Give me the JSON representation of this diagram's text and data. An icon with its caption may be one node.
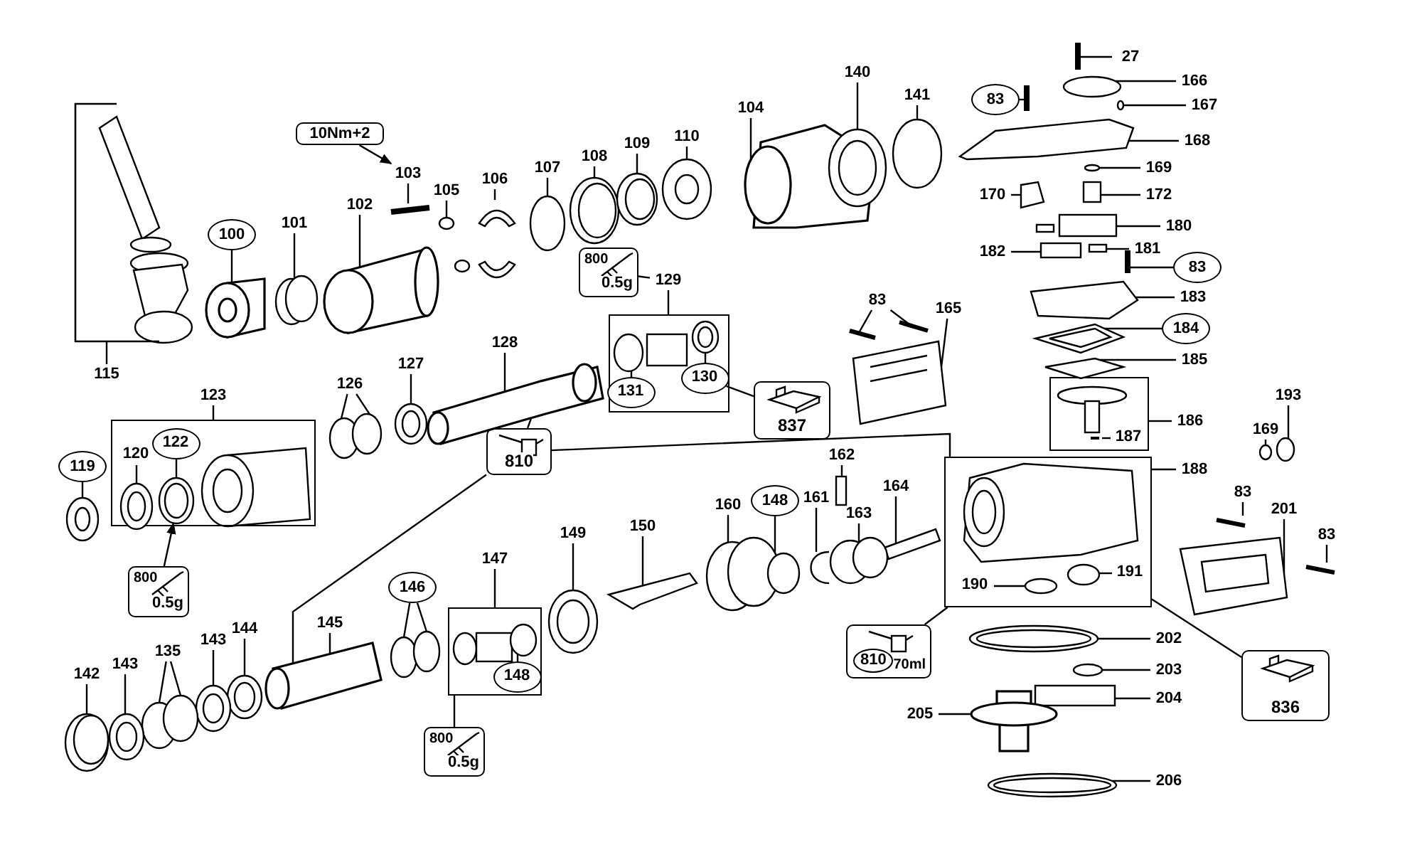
{
  "diagram": {
    "nodes": [
      {
        "text": [
          "10Nm+2"
        ]
      },
      {
        "text": [
          "103"
        ]
      },
      {
        "text": [
          "105"
        ]
      },
      {
        "text": [
          "106"
        ]
      },
      {
        "text": [
          "107"
        ]
      },
      {
        "text": [
          "108"
        ]
      },
      {
        "text": [
          "109"
        ]
      },
      {
        "text": [
          "110"
        ]
      },
      {
        "text": [
          "104"
        ]
      },
      {
        "text": [
          "140"
        ]
      },
      {
        "text": [
          "141"
        ]
      },
      {
        "text": [
          "100"
        ]
      },
      {
        "text": [
          "101"
        ]
      },
      {
        "text": [
          "102"
        ]
      },
      {
        "text": [
          "115"
        ]
      },
      {
        "text": [
          "123"
        ]
      },
      {
        "text": [],
        "shape": "box"
      },
      {
        "text": [
          "120"
        ],
        "in": 16
      },
      {
        "text": [
          "122"
        ],
        "in": 16
      },
      {
        "text": [
          "119"
        ]
      },
      {
        "text": [
          "800",
          "0.5g"
        ]
      },
      {
        "text": [
          "126"
        ]
      },
      {
        "text": [
          "127"
        ]
      },
      {
        "text": [
          "128"
        ]
      },
      {
        "text": [
          "129"
        ]
      },
      {
        "text": [],
        "shape": "box"
      },
      {
        "text": [
          "131"
        ],
        "in": 25
      },
      {
        "text": [
          "130"
        ],
        "in": 25
      },
      {
        "text": [
          "800",
          "0.5g"
        ]
      },
      {
        "text": [
          "837"
        ]
      },
      {
        "text": [
          "83"
        ]
      },
      {
        "text": [
          "165"
        ]
      },
      {
        "text": [
          "810"
        ]
      },
      {
        "text": [
          "27"
        ]
      },
      {
        "text": [
          "166"
        ]
      },
      {
        "text": [
          "83"
        ]
      },
      {
        "text": [
          "167"
        ]
      },
      {
        "text": [
          "168"
        ]
      },
      {
        "text": [
          "169"
        ]
      },
      {
        "text": [
          "170"
        ]
      },
      {
        "text": [
          "172"
        ]
      },
      {
        "text": [
          "180"
        ]
      },
      {
        "text": [
          "182"
        ]
      },
      {
        "text": [
          "181"
        ]
      },
      {
        "text": [
          "83"
        ]
      },
      {
        "text": [
          "183"
        ]
      },
      {
        "text": [
          "184"
        ]
      },
      {
        "text": [
          "185"
        ]
      },
      {
        "text": [
          "186"
        ]
      },
      {
        "text": [],
        "shape": "box"
      },
      {
        "text": [
          "187"
        ],
        "in": 49
      },
      {
        "text": [
          "193"
        ]
      },
      {
        "text": [
          "169"
        ]
      },
      {
        "text": [
          "188"
        ]
      },
      {
        "text": [],
        "shape": "box"
      },
      {
        "text": [
          "190"
        ],
        "in": 54
      },
      {
        "text": [
          "191"
        ],
        "in": 54
      },
      {
        "text": [
          "83"
        ]
      },
      {
        "text": [
          "201"
        ]
      },
      {
        "text": [
          "83"
        ]
      },
      {
        "text": [
          "836"
        ]
      },
      {
        "text": [
          "810",
          "70ml"
        ]
      },
      {
        "text": [
          "202"
        ]
      },
      {
        "text": [
          "203"
        ]
      },
      {
        "text": [
          "204"
        ]
      },
      {
        "text": [
          "205"
        ]
      },
      {
        "text": [
          "206"
        ]
      },
      {
        "text": [
          "162"
        ]
      },
      {
        "text": [
          "164"
        ]
      },
      {
        "text": [
          "160"
        ]
      },
      {
        "text": [
          "148"
        ]
      },
      {
        "text": [
          "161"
        ]
      },
      {
        "text": [
          "163"
        ]
      },
      {
        "text": [
          "150"
        ]
      },
      {
        "text": [
          "149"
        ]
      },
      {
        "text": [
          "147"
        ]
      },
      {
        "text": [],
        "shape": "box"
      },
      {
        "text": [
          "148"
        ],
        "in": 76
      },
      {
        "text": [
          "800",
          "0.5g"
        ]
      },
      {
        "text": [
          "146"
        ]
      },
      {
        "text": [
          "145"
        ]
      },
      {
        "text": [
          "144"
        ]
      },
      {
        "text": [
          "143"
        ]
      },
      {
        "text": [
          "135"
        ]
      },
      {
        "text": [
          "143"
        ]
      },
      {
        "text": [
          "142"
        ]
      },
      {
        "text": [],
        "shape": "bar"
      },
      {
        "text": [],
        "shape": "circle"
      },
      {
        "text": [],
        "shape": "box"
      },
      {
        "text": [],
        "shape": "circle"
      },
      {
        "text": [],
        "shape": "circle"
      },
      {
        "text": [],
        "shape": "circle"
      },
      {
        "text": [],
        "shape": "circle"
      },
      {
        "text": [],
        "shape": "cylinder"
      },
      {
        "text": [],
        "shape": "circle"
      },
      {
        "text": [],
        "shape": "circle"
      },
      {
        "text": [],
        "shape": "cylinder"
      },
      {
        "text": [],
        "shape": "circle"
      },
      {
        "text": [],
        "shape": "cylinder"
      },
      {
        "text": [],
        "shape": "circle",
        "in": 16
      },
      {
        "text": [],
        "shape": "circle",
        "in": 16
      },
      {
        "text": [],
        "shape": "circle"
      },
      {
        "text": [],
        "shape": "circle"
      },
      {
        "text": [],
        "shape": "circle"
      },
      {
        "text": [],
        "shape": "circle"
      },
      {
        "text": [],
        "shape": "cylinder"
      },
      {
        "text": [],
        "shape": "circle",
        "in": 25
      },
      {
        "text": [],
        "shape": "circle",
        "in": 25
      },
      {
        "text": [],
        "shape": "bar"
      },
      {
        "text": [],
        "shape": "bar"
      },
      {
        "text": [],
        "shape": "box"
      },
      {
        "text": [],
        "shape": "cylinder"
      },
      {
        "text": [],
        "shape": "bar"
      },
      {
        "text": [],
        "shape": "circle"
      },
      {
        "text": [],
        "shape": "bar"
      },
      {
        "text": [],
        "shape": "circle"
      },
      {
        "text": [],
        "shape": "box"
      },
      {
        "text": [],
        "shape": "circle"
      },
      {
        "text": [],
        "shape": "box"
      },
      {
        "text": [],
        "shape": "box"
      },
      {
        "text": [],
        "shape": "box"
      },
      {
        "text": [],
        "shape": "box"
      },
      {
        "text": [],
        "shape": "box"
      },
      {
        "text": [],
        "shape": "bar"
      },
      {
        "text": [],
        "shape": "box"
      },
      {
        "text": [],
        "shape": "box"
      },
      {
        "text": [],
        "shape": "box"
      },
      {
        "text": [],
        "shape": "bar",
        "in": 49
      },
      {
        "text": [],
        "shape": "circle"
      },
      {
        "text": [],
        "shape": "circle"
      },
      {
        "text": [],
        "shape": "circle",
        "in": 54
      },
      {
        "text": [],
        "shape": "circle",
        "in": 54
      },
      {
        "text": [],
        "shape": "bar"
      },
      {
        "text": [],
        "shape": "box"
      },
      {
        "text": [],
        "shape": "bar"
      },
      {
        "text": [],
        "shape": "circle"
      },
      {
        "text": [],
        "shape": "circle"
      },
      {
        "text": [],
        "shape": "box"
      },
      {
        "text": [],
        "shape": "cylinder"
      },
      {
        "text": [],
        "shape": "circle"
      },
      {
        "text": [],
        "shape": "box"
      },
      {
        "text": [],
        "shape": "box"
      },
      {
        "text": [],
        "shape": "circle"
      },
      {
        "text": [],
        "shape": "circle"
      },
      {
        "text": [],
        "shape": "circle"
      },
      {
        "text": [],
        "shape": "circle"
      },
      {
        "text": [],
        "shape": "box"
      },
      {
        "text": [],
        "shape": "circle"
      },
      {
        "text": [],
        "shape": "circle",
        "in": 76
      },
      {
        "text": [],
        "shape": "circle"
      },
      {
        "text": [],
        "shape": "circle"
      },
      {
        "text": [],
        "shape": "circle"
      },
      {
        "text": [],
        "shape": "circle"
      },
      {
        "text": [],
        "shape": "circle"
      },
      {
        "text": [],
        "shape": "circle"
      },
      {
        "text": [],
        "shape": "circle"
      },
      {
        "text": [],
        "shape": "circle"
      }
    ],
    "edges": [
      {
        "from": 0,
        "to": 1,
        "arrow": "to"
      },
      {
        "from": 1,
        "to": 86,
        "arrow": "none"
      },
      {
        "from": 2,
        "to": 87,
        "arrow": "none"
      },
      {
        "from": 3,
        "to": 88,
        "arrow": "none"
      },
      {
        "from": 4,
        "to": 89,
        "arrow": "none"
      },
      {
        "from": 5,
        "to": 90,
        "arrow": "none"
      },
      {
        "from": 6,
        "to": 91,
        "arrow": "none"
      },
      {
        "from": 7,
        "to": 92,
        "arrow": "none"
      },
      {
        "from": 8,
        "to": 93,
        "arrow": "none"
      },
      {
        "from": 9,
        "to": 94,
        "arrow": "none"
      },
      {
        "from": 10,
        "to": 95,
        "arrow": "none"
      },
      {
        "from": 11,
        "to": 96,
        "arrow": "none"
      },
      {
        "from": 12,
        "to": 97,
        "arrow": "none"
      },
      {
        "from": 13,
        "to": 98,
        "arrow": "none"
      },
      {
        "from": 14,
        "to": null,
        "arrow": "none"
      },
      {
        "from": 15,
        "to": 16,
        "arrow": "none"
      },
      {
        "from": 17,
        "to": 99,
        "arrow": "none"
      },
      {
        "from": 18,
        "to": 100,
        "arrow": "none"
      },
      {
        "from": 19,
        "to": 101,
        "arrow": "none"
      },
      {
        "from": 20,
        "to": 100,
        "arrow": "to"
      },
      {
        "from": 21,
        "to": 102,
        "arrow": "none"
      },
      {
        "from": 21,
        "to": 103,
        "arrow": "none"
      },
      {
        "from": 22,
        "to": 104,
        "arrow": "none"
      },
      {
        "from": 23,
        "to": 105,
        "arrow": "none"
      },
      {
        "from": 28,
        "to": 24,
        "arrow": "none"
      },
      {
        "from": 24,
        "to": 25,
        "arrow": "none"
      },
      {
        "from": 26,
        "to": 106,
        "arrow": "none"
      },
      {
        "from": 27,
        "to": 107,
        "arrow": "none"
      },
      {
        "from": 27,
        "to": 29,
        "arrow": "none"
      },
      {
        "from": 30,
        "to": 108,
        "arrow": "none"
      },
      {
        "from": 30,
        "to": 109,
        "arrow": "none"
      },
      {
        "from": 31,
        "to": 110,
        "arrow": "none"
      },
      {
        "from": 32,
        "to": 105,
        "arrow": "none"
      },
      {
        "from": 32,
        "to": 111,
        "arrow": "none"
      },
      {
        "from": 32,
        "to": 54,
        "arrow": "none"
      },
      {
        "from": 33,
        "to": 112,
        "arrow": "none"
      },
      {
        "from": 34,
        "to": 113,
        "arrow": "none"
      },
      {
        "from": 35,
        "to": 114,
        "arrow": "none"
      },
      {
        "from": 36,
        "to": 115,
        "arrow": "none"
      },
      {
        "from": 37,
        "to": 116,
        "arrow": "none"
      },
      {
        "from": 38,
        "to": 117,
        "arrow": "none"
      },
      {
        "from": 39,
        "to": 118,
        "arrow": "none"
      },
      {
        "from": 40,
        "to": 119,
        "arrow": "none"
      },
      {
        "from": 41,
        "to": 120,
        "arrow": "none"
      },
      {
        "from": 42,
        "to": 121,
        "arrow": "none"
      },
      {
        "from": 43,
        "to": 122,
        "arrow": "none"
      },
      {
        "from": 44,
        "to": 123,
        "arrow": "none"
      },
      {
        "from": 45,
        "to": 124,
        "arrow": "none"
      },
      {
        "from": 46,
        "to": 125,
        "arrow": "none"
      },
      {
        "from": 47,
        "to": 126,
        "arrow": "none"
      },
      {
        "from": 48,
        "to": 49,
        "arrow": "none"
      },
      {
        "from": 50,
        "to": 127,
        "arrow": "none"
      },
      {
        "from": 51,
        "to": 128,
        "arrow": "none"
      },
      {
        "from": 52,
        "to": 129,
        "arrow": "none"
      },
      {
        "from": 53,
        "to": 54,
        "arrow": "none"
      },
      {
        "from": 55,
        "to": 130,
        "arrow": "none"
      },
      {
        "from": 56,
        "to": 131,
        "arrow": "none"
      },
      {
        "from": 57,
        "to": 132,
        "arrow": "none"
      },
      {
        "from": 58,
        "to": 133,
        "arrow": "none"
      },
      {
        "from": 59,
        "to": 134,
        "arrow": "none"
      },
      {
        "from": 54,
        "to": 60,
        "arrow": "none"
      },
      {
        "from": 61,
        "to": 54,
        "arrow": "none"
      },
      {
        "from": 62,
        "to": 135,
        "arrow": "none"
      },
      {
        "from": 63,
        "to": 136,
        "arrow": "none"
      },
      {
        "from": 64,
        "to": 137,
        "arrow": "none"
      },
      {
        "from": 65,
        "to": 138,
        "arrow": "none"
      },
      {
        "from": 66,
        "to": 139,
        "arrow": "none"
      },
      {
        "from": 67,
        "to": 140,
        "arrow": "none"
      },
      {
        "from": 68,
        "to": 141,
        "arrow": "none"
      },
      {
        "from": 69,
        "to": 142,
        "arrow": "none"
      },
      {
        "from": 70,
        "to": 143,
        "arrow": "none"
      },
      {
        "from": 71,
        "to": 144,
        "arrow": "none"
      },
      {
        "from": 72,
        "to": 145,
        "arrow": "none"
      },
      {
        "from": 73,
        "to": 146,
        "arrow": "none"
      },
      {
        "from": 74,
        "to": 147,
        "arrow": "none"
      },
      {
        "from": 75,
        "to": 76,
        "arrow": "none"
      },
      {
        "from": 77,
        "to": 148,
        "arrow": "none"
      },
      {
        "from": 78,
        "to": 76,
        "arrow": "none"
      },
      {
        "from": 79,
        "to": 149,
        "arrow": "none"
      },
      {
        "from": 79,
        "to": 150,
        "arrow": "none"
      },
      {
        "from": 80,
        "to": 111,
        "arrow": "none"
      },
      {
        "from": 81,
        "to": 151,
        "arrow": "none"
      },
      {
        "from": 82,
        "to": 152,
        "arrow": "none"
      },
      {
        "from": 83,
        "to": 153,
        "arrow": "none"
      },
      {
        "from": 83,
        "to": 154,
        "arrow": "none"
      },
      {
        "from": 84,
        "to": 155,
        "arrow": "none"
      },
      {
        "from": 85,
        "to": 156,
        "arrow": "none"
      }
    ]
  }
}
